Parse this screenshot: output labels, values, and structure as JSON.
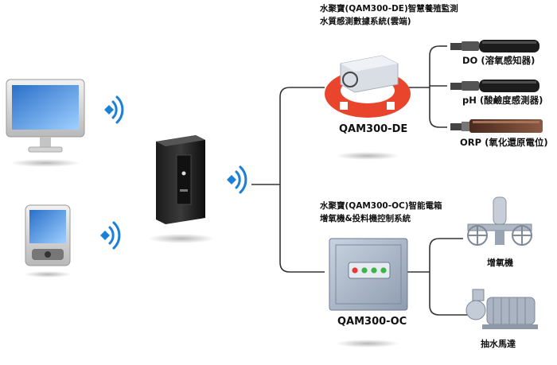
{
  "de_system": {
    "title_line1": "水聚寶(QAM300-DE)智慧養殖監測",
    "title_line2": "水質感測數據系統(雲端)",
    "device": "QAM300-DE",
    "sensors": [
      {
        "label": "DO (溶氧感知器)"
      },
      {
        "label": "pH (酸鹼度感測器)"
      },
      {
        "label": "ORP (氧化還原電位)"
      }
    ]
  },
  "oc_system": {
    "title_line1": "水聚寶(QAM300-OC)智能電箱",
    "title_line2": "增氧機&投料機控制系統",
    "device": "QAM300-OC",
    "equipment": [
      {
        "label": "增氧機"
      },
      {
        "label": "抽水馬達"
      }
    ]
  },
  "colors": {
    "wifi": "#1e7fd6",
    "line": "#333333",
    "ring": "#e8452c",
    "box": "#9aa9bd",
    "led": "#3bb54a"
  },
  "icons": [
    "desktop-monitor-icon",
    "smartphone-icon",
    "server-tower-icon",
    "wifi-signal-icon",
    "sensor-probe-icon",
    "aerator-icon",
    "water-pump-icon"
  ]
}
